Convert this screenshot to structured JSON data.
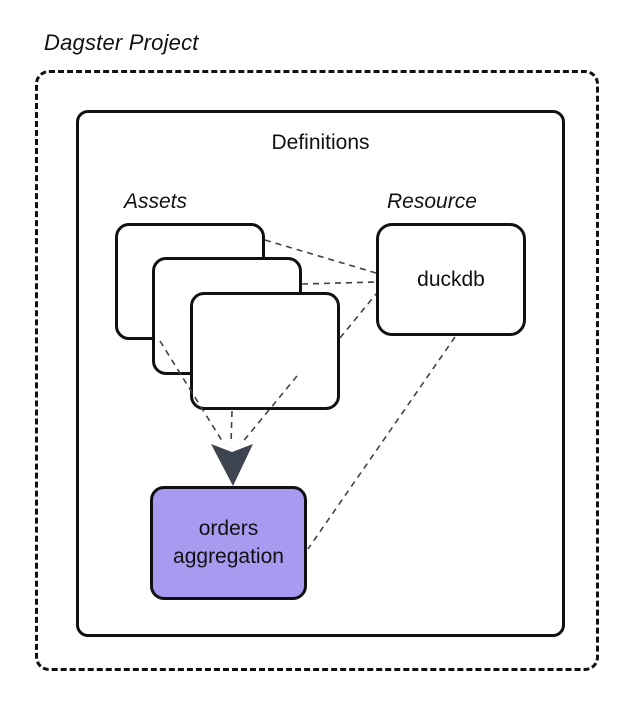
{
  "diagram": {
    "title": "Dagster Project",
    "definitions_label": "Definitions",
    "assets_label": "Assets",
    "resource_label": "Resource",
    "nodes": {
      "duckdb_label": "duckdb",
      "orders_label": "orders aggregation"
    }
  },
  "colors": {
    "border": "#111111",
    "background": "#ffffff",
    "orders_node_fill": "#a89af0",
    "connector": "#3f4349",
    "arrowhead": "#3e4551"
  }
}
